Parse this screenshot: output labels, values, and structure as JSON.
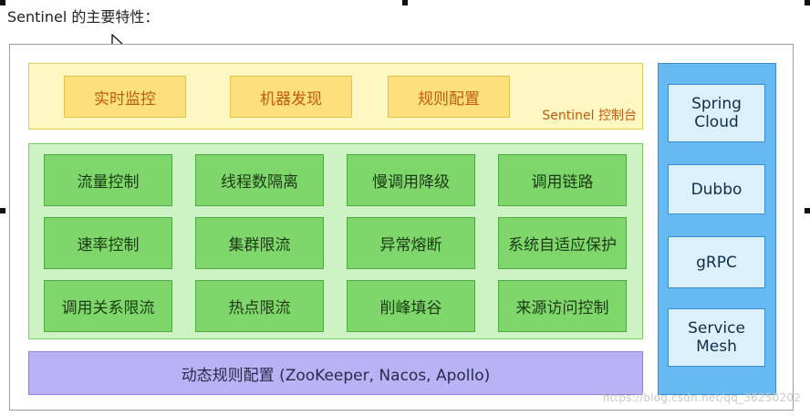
{
  "page_title": "Sentinel 的主要特性：",
  "console": {
    "items": [
      "实时监控",
      "机器发现",
      "规则配置"
    ],
    "label": "Sentinel 控制台"
  },
  "features": {
    "rows": [
      [
        "流量控制",
        "线程数隔离",
        "慢调用降级",
        "调用链路"
      ],
      [
        "速率控制",
        "集群限流",
        "异常熔断",
        "系统自适应保护"
      ],
      [
        "调用关系限流",
        "热点限流",
        "削峰填谷",
        "来源访问控制"
      ]
    ]
  },
  "dynamic_config": "动态规则配置 (ZooKeeper, Nacos, Apollo)",
  "integrations": [
    {
      "line1": "Spring",
      "line2": "Cloud"
    },
    {
      "line1": "Dubbo",
      "line2": ""
    },
    {
      "line1": "gRPC",
      "line2": ""
    },
    {
      "line1": "Service",
      "line2": "Mesh"
    }
  ],
  "watermark": "https://blog.csdn.net/qq_36250202",
  "colors": {
    "console_panel": "#fdf8c2",
    "console_item": "#fbe07c",
    "console_text": "#c35a0c",
    "features_panel": "#cdf3c4",
    "feature_cell": "#7fd76c",
    "dynamic_bar": "#b7b3f5",
    "integrations_panel": "#66baf1",
    "integration_item": "#dcf0fc"
  }
}
